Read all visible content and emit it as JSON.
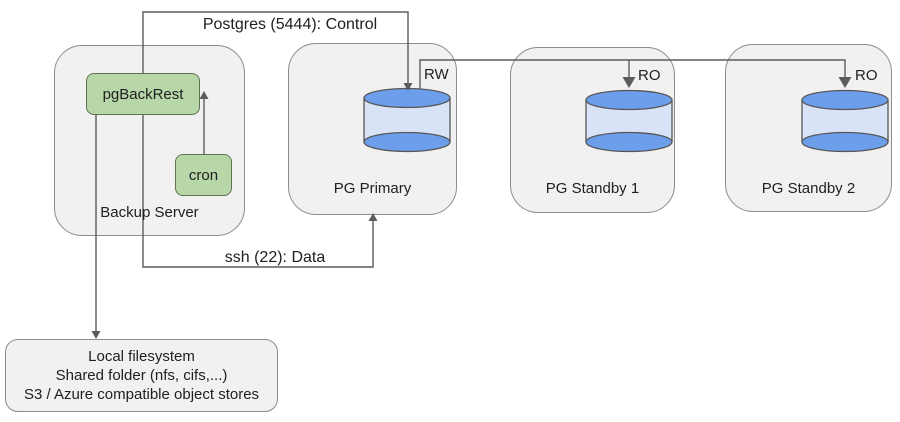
{
  "nodes": {
    "backup_server": {
      "label": "Backup Server"
    },
    "pgbackrest": {
      "label": "pgBackRest"
    },
    "cron": {
      "label": "cron"
    },
    "pg_primary": {
      "label": "PG Primary"
    },
    "pg_standby1": {
      "label": "PG Standby 1"
    },
    "pg_standby2": {
      "label": "PG Standby 2"
    },
    "storage": {
      "lines": [
        "Local filesystem",
        "Shared folder (nfs, cifs,...)",
        "S3 / Azure compatible object stores"
      ]
    }
  },
  "edges": {
    "postgres_control": {
      "label": "Postgres (5444): Control"
    },
    "ssh_data": {
      "label": "ssh (22): Data"
    },
    "primary_rw": {
      "label": "RW"
    },
    "standby1_ro": {
      "label": "RO"
    },
    "standby2_ro": {
      "label": "RO"
    }
  },
  "colors": {
    "node_fill": "#f1f1f1",
    "node_border": "#8c8c8c",
    "green_fill": "#b7d7a9",
    "green_border": "#5f7253",
    "db_blue": "#6d9eeb",
    "db_band": "#d9e3f8",
    "connector": "#5c5c5c",
    "text": "#202020"
  }
}
